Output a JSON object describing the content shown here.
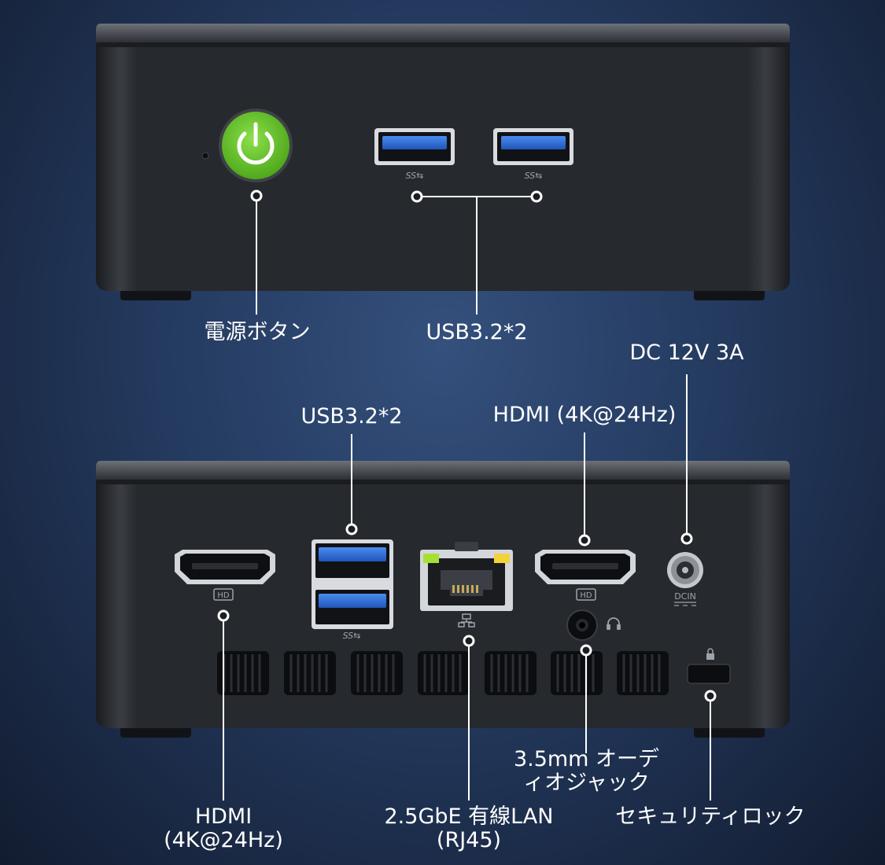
{
  "front_labels": {
    "power_button": "電源ボタン",
    "usb_front": "USB3.2*2"
  },
  "rear_labels": {
    "dc_in": "DC 12V 3A",
    "usb_rear": "USB3.2*2",
    "hdmi_right": "HDMI (4K@24Hz)",
    "hdmi_left_line1": "HDMI",
    "hdmi_left_line2": "(4K@24Hz)",
    "lan_line1": "2.5GbE 有線LAN",
    "lan_line2": "(RJ45)",
    "audio_line1": "3.5mm オーデ",
    "audio_line2": "ィオジャック",
    "security_lock": "セキュリティロック"
  },
  "port_markings": {
    "hd_badge": "HD",
    "ss_badge": "SS⇆",
    "dcin_label": "DCIN"
  },
  "colors": {
    "power_button": "#6ac82e",
    "usb_port": "#2f6fd0",
    "lan_led_left": "#a6e034",
    "lan_led_right": "#f3d23a",
    "case": "#2b2e33"
  }
}
